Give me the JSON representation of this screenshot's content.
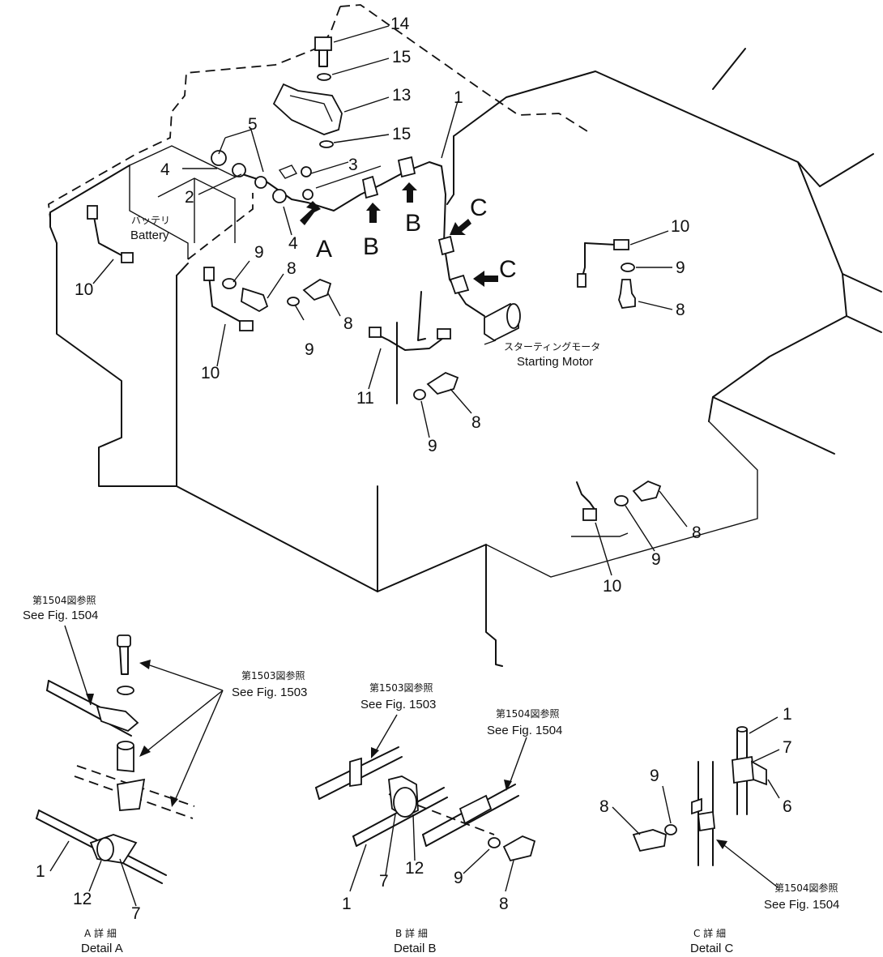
{
  "callouts": {
    "c14": "14",
    "c15a": "15",
    "c13": "13",
    "c15b": "15",
    "c1": "1",
    "c5": "5",
    "c3": "3",
    "c4a": "4",
    "c2": "2",
    "c4b": "4",
    "c10a": "10",
    "c9a": "9",
    "c8a": "8",
    "c8b": "8",
    "c9b": "9",
    "c10b": "10",
    "c11": "11",
    "c9c": "9",
    "c8c": "8",
    "c10c": "10",
    "c9d": "9",
    "c8d": "8",
    "c10d": "10",
    "c9e": "9",
    "c8e": "8"
  },
  "view_arrows": {
    "a": "A",
    "b1": "B",
    "b2": "B",
    "c1": "C",
    "c2": "C"
  },
  "labels": {
    "battery_jp": "バッテリ",
    "battery": "Battery",
    "starting_motor_jp": "スターティングモータ",
    "starting_motor": "Starting Motor"
  },
  "detail_a": {
    "ref1504_jp": "第1504図参照",
    "ref1504": "See Fig. 1504",
    "ref1503_jp": "第1503図参照",
    "ref1503": "See Fig. 1503",
    "c1": "1",
    "c12": "12",
    "c7": "7",
    "title_jp": "A 詳 細",
    "title": "Detail A"
  },
  "detail_b": {
    "ref1503_jp": "第1503図参照",
    "ref1503": "See Fig. 1503",
    "ref1504_jp": "第1504図参照",
    "ref1504": "See Fig. 1504",
    "c1": "1",
    "c7": "7",
    "c12": "12",
    "c9": "9",
    "c8": "8",
    "title_jp": "B 詳 細",
    "title": "Detail B"
  },
  "detail_c": {
    "c1": "1",
    "c7": "7",
    "c6": "6",
    "c9": "9",
    "c8": "8",
    "ref1504_jp": "第1504図参照",
    "ref1504": "See Fig. 1504",
    "title_jp": "C 詳 細",
    "title": "Detail C"
  }
}
